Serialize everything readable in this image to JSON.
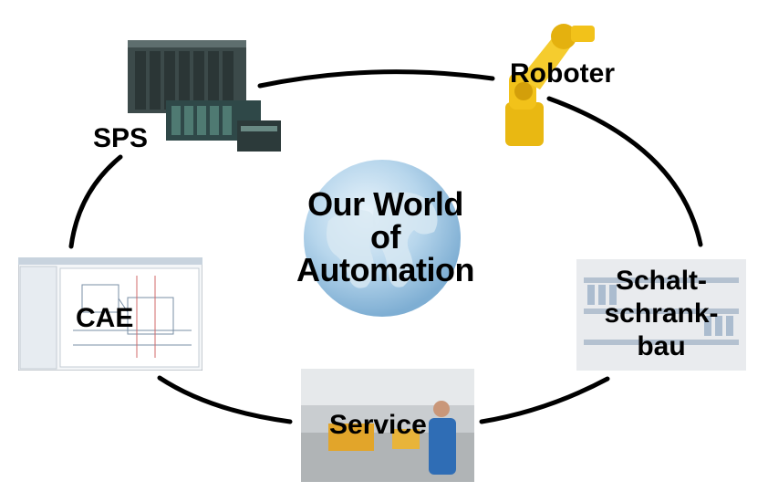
{
  "center": {
    "line1": "Our World",
    "line2": "of",
    "line3": "Automation"
  },
  "nodes": {
    "sps": {
      "label": "SPS",
      "icon": "plc-hardware-icon"
    },
    "roboter": {
      "label": "Roboter",
      "icon": "industrial-robot-icon"
    },
    "schaltschrankbau": {
      "line1": "Schalt-",
      "line2": "schrank-",
      "line3": "bau",
      "icon": "control-cabinet-icon"
    },
    "service": {
      "label": "Service",
      "icon": "factory-service-icon"
    },
    "cae": {
      "label": "CAE",
      "icon": "cae-software-icon"
    }
  },
  "colors": {
    "robot_yellow": "#f2c21a",
    "globe_blue": "#9cc6e2",
    "arc": "#000000"
  }
}
